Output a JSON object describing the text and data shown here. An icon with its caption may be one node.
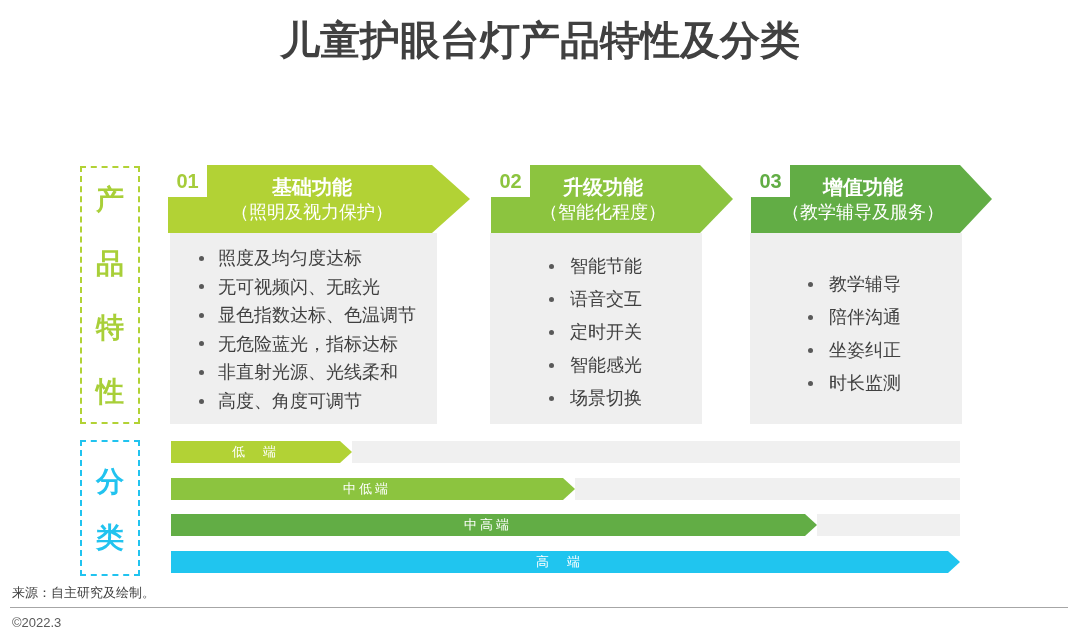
{
  "diagram": {
    "title": "儿童护眼台灯产品特性及分类",
    "nodes": [
      {
        "text": [
          "产品特性"
        ]
      },
      {
        "text": [
          "01",
          "基础功能",
          "（照明及视力保护）"
        ]
      },
      {
        "text": [
          "照度及均匀度达标",
          "无可视频闪、无眩光",
          "显色指数达标、色温调节",
          "无危险蓝光，指标达标",
          "非直射光源、光线柔和",
          "高度、角度可调节"
        ]
      },
      {
        "text": [
          "02",
          "升级功能",
          "（智能化程度）"
        ]
      },
      {
        "text": [
          "智能节能",
          "语音交互",
          "定时开关",
          "智能感光",
          "场景切换"
        ]
      },
      {
        "text": [
          "03",
          "增值功能",
          "（教学辅导及服务）"
        ]
      },
      {
        "text": [
          "教学辅导",
          "陪伴沟通",
          "坐姿纠正",
          "时长监测"
        ]
      },
      {
        "text": [
          "分类"
        ]
      },
      {
        "text": [
          "低 端"
        ]
      },
      {
        "text": [
          "中低端"
        ]
      },
      {
        "text": [
          "中高端"
        ]
      },
      {
        "text": [
          "高 端"
        ]
      }
    ],
    "labels": [
      "来源：自主研究及绘制。",
      "©2022.3"
    ]
  }
}
